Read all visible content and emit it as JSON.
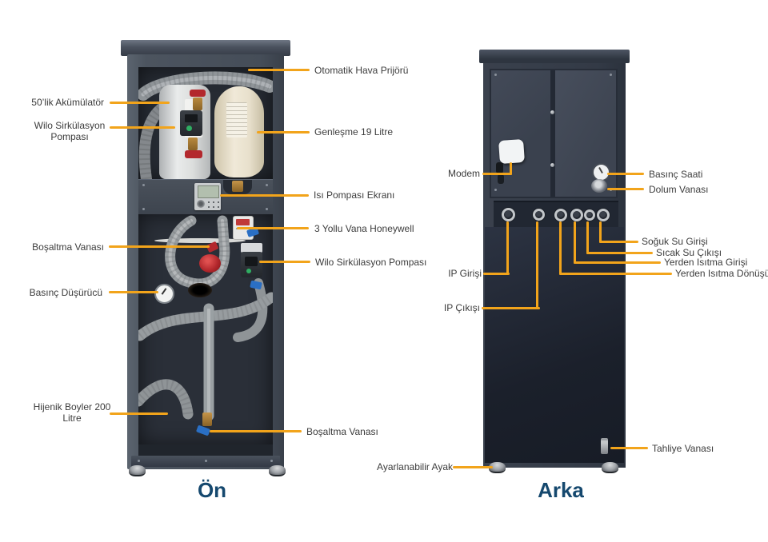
{
  "colors": {
    "accent": "#F2A41B",
    "label": "#3C3C3C",
    "title": "#15486E"
  },
  "titles": {
    "front": "Ön",
    "back": "Arka"
  },
  "front_labels": {
    "otomatik_hava": "Otomatik Hava Prijörü",
    "akumulator": "50’lik Akümülatör",
    "wilo_pompa_sol": "Wilo Sirkülasyon Pompası",
    "genlesme": "Genleşme 19 Litre",
    "isi_pompasi_ekrani": "Isı Pompası Ekranı",
    "bosaltma_ust": "Boşaltma Vanası",
    "uc_yollu_vana": "3 Yollu Vana Honeywell",
    "wilo_pompa_sag": "Wilo Sirkülasyon Pompası",
    "basinc_dusurucu": "Basınç Düşürücü",
    "hijenik_boyler": "Hijenik Boyler 200 Litre",
    "bosaltma_alt": "Boşaltma Vanası"
  },
  "back_labels": {
    "modem": "Modem",
    "basinc_saati": "Basınç Saati",
    "dolum_vanasi": "Dolum Vanası",
    "soguk_su": "Soğuk Su Girişi",
    "sicak_su": "Sıcak Su Çıkışı",
    "yerden_isitma_girisi": "Yerden Isıtma Girişi",
    "yerden_isitma_donusu": "Yerden Isıtma Dönüşü",
    "ip_girisi": "IP Girişi",
    "ip_cikisi": "IP Çıkışı",
    "tahliye": "Tahliye Vanası",
    "ayak": "Ayarlanabilir Ayak"
  }
}
